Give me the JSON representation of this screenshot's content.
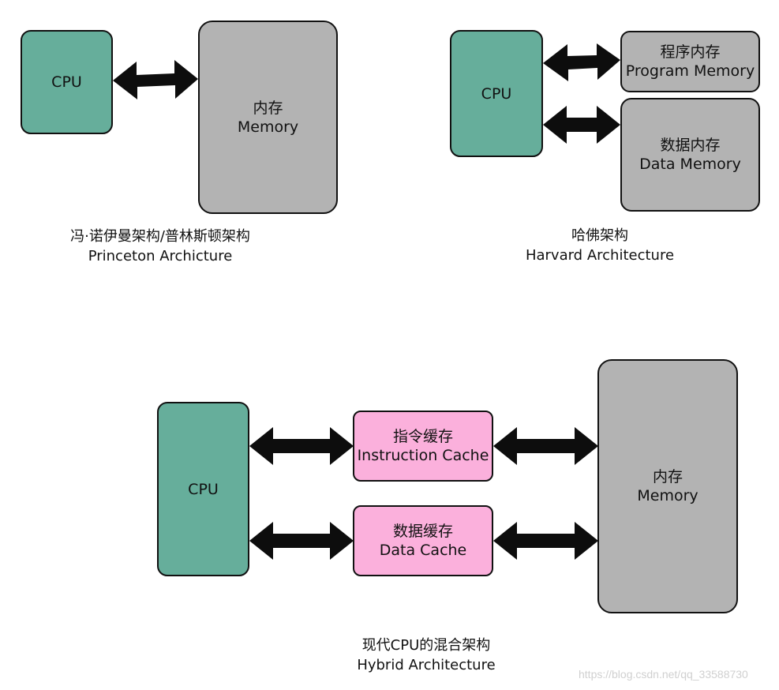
{
  "princeton": {
    "cpu": "CPU",
    "memory_cn": "内存",
    "memory_en": "Memory",
    "caption_cn": "冯·诺伊曼架构/普林斯顿架构",
    "caption_en": "Princeton Archicture"
  },
  "harvard": {
    "cpu": "CPU",
    "program_memory_cn": "程序内存",
    "program_memory_en": "Program Memory",
    "data_memory_cn": "数据内存",
    "data_memory_en": "Data Memory",
    "caption_cn": "哈佛架构",
    "caption_en": "Harvard Architecture"
  },
  "hybrid": {
    "cpu": "CPU",
    "instruction_cache_cn": "指令缓存",
    "instruction_cache_en": "Instruction Cache",
    "data_cache_cn": "数据缓存",
    "data_cache_en": "Data Cache",
    "memory_cn": "内存",
    "memory_en": "Memory",
    "caption_cn": "现代CPU的混合架构",
    "caption_en": "Hybrid Architecture"
  },
  "watermark": "https://blog.csdn.net/qq_33588730",
  "colors": {
    "cpu": "#66ae9b",
    "memory": "#b3b3b3",
    "cache": "#fbb0dc",
    "stroke": "#111111"
  }
}
